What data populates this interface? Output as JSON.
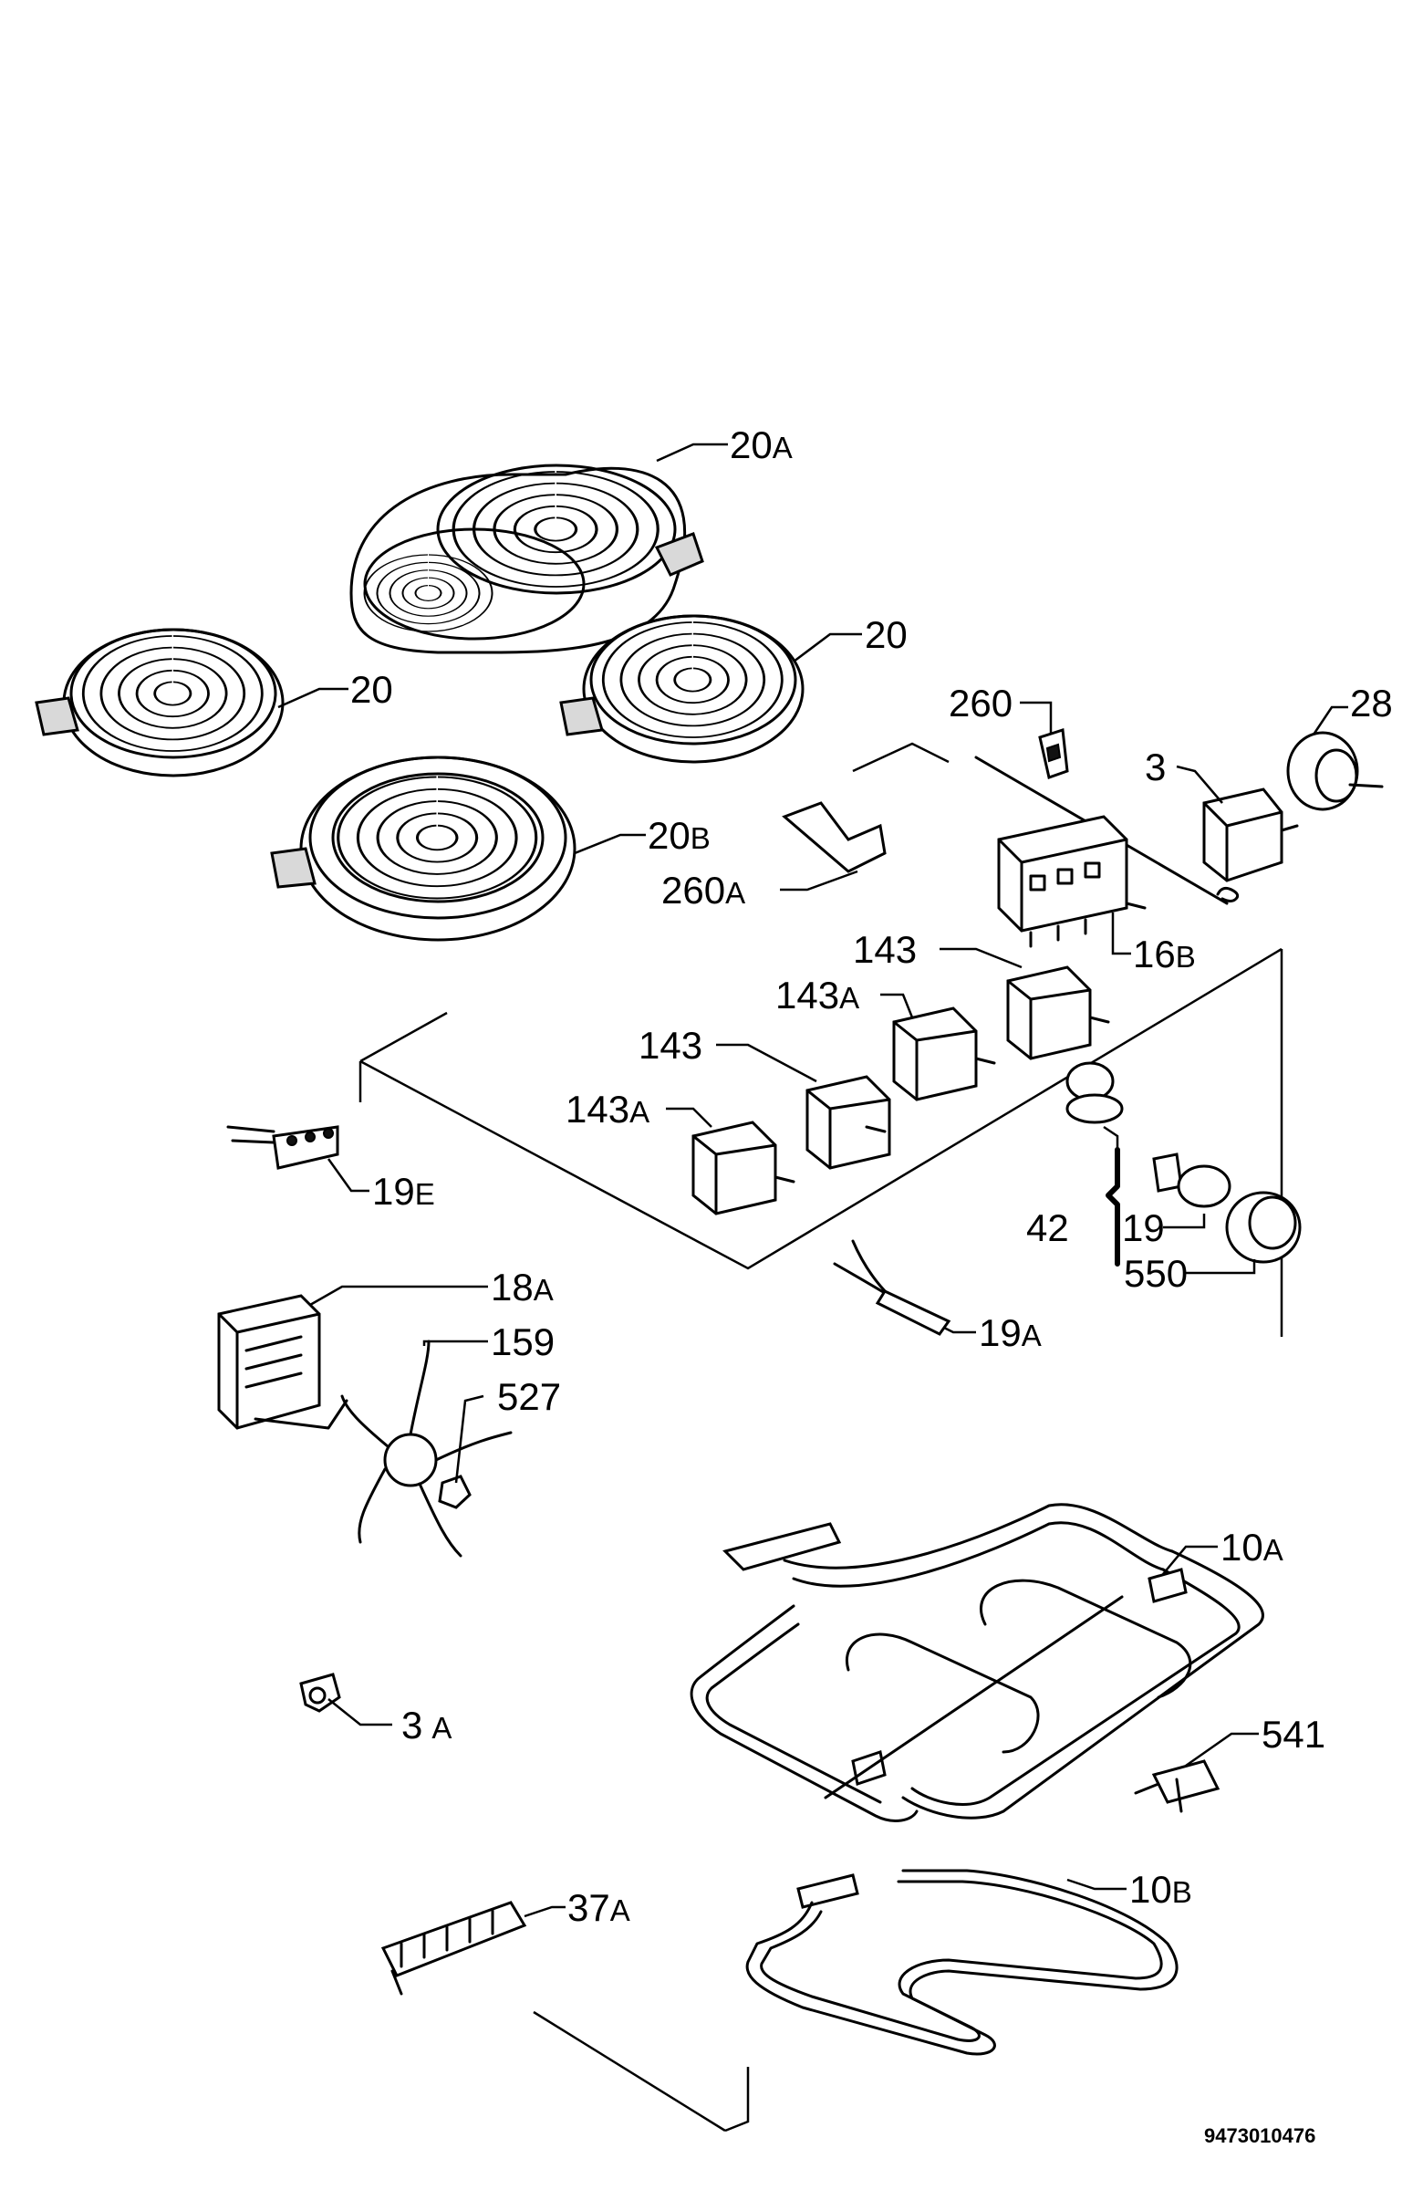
{
  "drawing_code": "9473010476",
  "parts": [
    {
      "id": "p20a",
      "number": "20",
      "suffix": "A"
    },
    {
      "id": "p20l",
      "number": "20",
      "suffix": ""
    },
    {
      "id": "p20r",
      "number": "20",
      "suffix": ""
    },
    {
      "id": "p20b",
      "number": "20",
      "suffix": "B"
    },
    {
      "id": "p260",
      "number": "260",
      "suffix": ""
    },
    {
      "id": "p260a",
      "number": "260",
      "suffix": "A"
    },
    {
      "id": "p28",
      "number": "28",
      "suffix": ""
    },
    {
      "id": "p3",
      "number": "3",
      "suffix": ""
    },
    {
      "id": "p16b",
      "number": "16",
      "suffix": "B"
    },
    {
      "id": "p143t",
      "number": "143",
      "suffix": ""
    },
    {
      "id": "p143at",
      "number": "143",
      "suffix": "A"
    },
    {
      "id": "p143m",
      "number": "143",
      "suffix": ""
    },
    {
      "id": "p143ab",
      "number": "143",
      "suffix": "A"
    },
    {
      "id": "p19e",
      "number": "19",
      "suffix": "E"
    },
    {
      "id": "p42",
      "number": "42",
      "suffix": ""
    },
    {
      "id": "p19",
      "number": "19",
      "suffix": ""
    },
    {
      "id": "p550",
      "number": "550",
      "suffix": ""
    },
    {
      "id": "p18a",
      "number": "18",
      "suffix": "A"
    },
    {
      "id": "p19a",
      "number": "19",
      "suffix": "A"
    },
    {
      "id": "p159",
      "number": "159",
      "suffix": ""
    },
    {
      "id": "p527",
      "number": "527",
      "suffix": ""
    },
    {
      "id": "p10a",
      "number": "10",
      "suffix": "A"
    },
    {
      "id": "p3a",
      "number": "3",
      "suffix": "A"
    },
    {
      "id": "p541",
      "number": "541",
      "suffix": ""
    },
    {
      "id": "p37a",
      "number": "37",
      "suffix": "A"
    },
    {
      "id": "p10b",
      "number": "10",
      "suffix": "B"
    }
  ]
}
